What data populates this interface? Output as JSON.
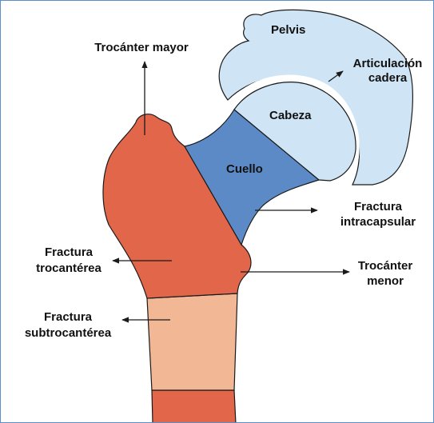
{
  "labels": {
    "pelvis": "Pelvis",
    "trochanter_major": "Trocánter mayor",
    "joint_line1": "Articulación",
    "joint_line2": "cadera",
    "head": "Cabeza",
    "neck": "Cuello",
    "intracapsular_line1": "Fractura",
    "intracapsular_line2": "intracapsular",
    "trochanteric_line1": "Fractura",
    "trochanteric_line2": "trocantérea",
    "trochanter_minor_line1": "Trocánter",
    "trochanter_minor_line2": "menor",
    "subtrochanteric_line1": "Fractura",
    "subtrochanteric_line2": "subtrocantérea"
  },
  "colors": {
    "pelvis": "#cfe4f4",
    "head": "#cfe4f4",
    "neck": "#5b8ac6",
    "trochanteric": "#e2664a",
    "subtrochanteric": "#f2b896",
    "shaft": "#e2664a",
    "outline": "#1a1a1a",
    "frame": "#5b8fc9"
  }
}
